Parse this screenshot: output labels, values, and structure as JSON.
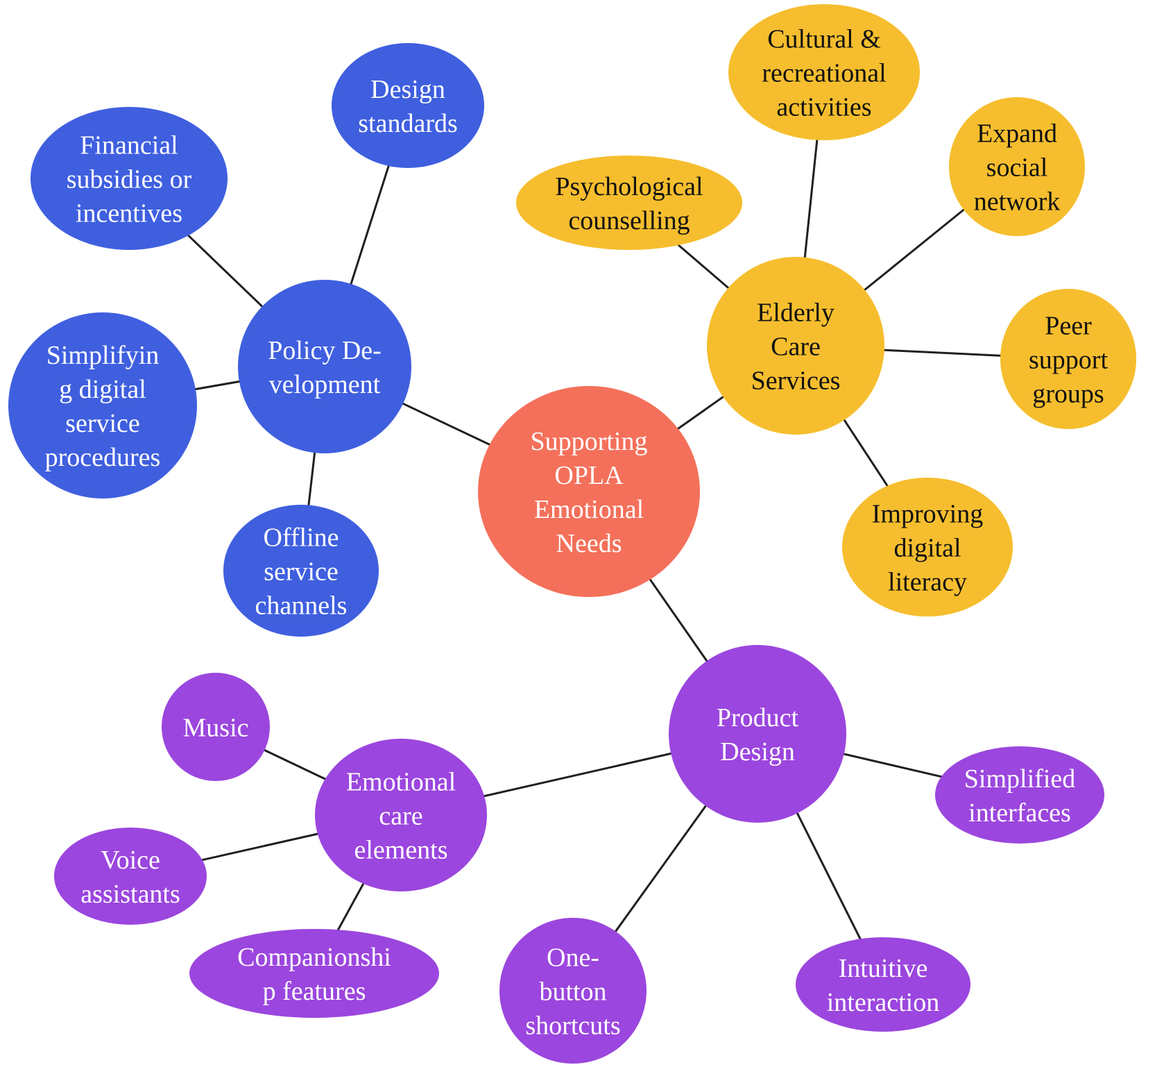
{
  "colors": {
    "center": "#F4705A",
    "policy": "#3F5FDF",
    "elderly": "#F6BE2E",
    "product": "#9B46DE",
    "light_text": "#FFFFFF",
    "dark_text": "#111111",
    "edge": "#1F1F1F"
  },
  "nodes": {
    "center": {
      "lines": [
        "Supporting",
        "OPLA",
        "Emotional",
        "Needs"
      ],
      "group": "center"
    },
    "policy": {
      "lines": [
        "Policy De-",
        "velopment"
      ],
      "group": "policy"
    },
    "design_standards": {
      "lines": [
        "Design",
        "standards"
      ],
      "group": "policy"
    },
    "financial": {
      "lines": [
        "Financial",
        "subsidies or",
        "incentives"
      ],
      "group": "policy"
    },
    "simplifying": {
      "lines": [
        "Simplifyin",
        "g digital",
        "service",
        "procedures"
      ],
      "group": "policy"
    },
    "offline": {
      "lines": [
        "Offline",
        "service",
        "channels"
      ],
      "group": "policy"
    },
    "elderly": {
      "lines": [
        "Elderly",
        "Care",
        "Services"
      ],
      "group": "elderly"
    },
    "cultural": {
      "lines": [
        "Cultural &",
        "recreational",
        "activities"
      ],
      "group": "elderly"
    },
    "psychological": {
      "lines": [
        "Psychological",
        "counselling"
      ],
      "group": "elderly"
    },
    "expand": {
      "lines": [
        "Expand",
        "social",
        "network"
      ],
      "group": "elderly"
    },
    "peer": {
      "lines": [
        "Peer",
        "support",
        "groups"
      ],
      "group": "elderly"
    },
    "improving": {
      "lines": [
        "Improving",
        "digital",
        "literacy"
      ],
      "group": "elderly"
    },
    "product": {
      "lines": [
        "Product",
        "Design"
      ],
      "group": "product"
    },
    "emotional_care": {
      "lines": [
        "Emotional",
        "care",
        "elements"
      ],
      "group": "product"
    },
    "music": {
      "lines": [
        "Music"
      ],
      "group": "product"
    },
    "voice": {
      "lines": [
        "Voice",
        "assistants"
      ],
      "group": "product"
    },
    "companionship": {
      "lines": [
        "Companionshi",
        "p features"
      ],
      "group": "product"
    },
    "one_button": {
      "lines": [
        "One-",
        "button",
        "shortcuts"
      ],
      "group": "product"
    },
    "intuitive": {
      "lines": [
        "Intuitive",
        "interaction"
      ],
      "group": "product"
    },
    "simplified": {
      "lines": [
        "Simplified",
        "interfaces"
      ],
      "group": "product"
    }
  },
  "edges": [
    [
      "center",
      "policy"
    ],
    [
      "center",
      "elderly"
    ],
    [
      "center",
      "product"
    ],
    [
      "policy",
      "design_standards"
    ],
    [
      "policy",
      "financial"
    ],
    [
      "policy",
      "simplifying"
    ],
    [
      "policy",
      "offline"
    ],
    [
      "elderly",
      "cultural"
    ],
    [
      "elderly",
      "psychological"
    ],
    [
      "elderly",
      "expand"
    ],
    [
      "elderly",
      "peer"
    ],
    [
      "elderly",
      "improving"
    ],
    [
      "product",
      "emotional_care"
    ],
    [
      "product",
      "simplified"
    ],
    [
      "product",
      "one_button"
    ],
    [
      "product",
      "intuitive"
    ],
    [
      "emotional_care",
      "music"
    ],
    [
      "emotional_care",
      "voice"
    ],
    [
      "emotional_care",
      "companionship"
    ]
  ]
}
